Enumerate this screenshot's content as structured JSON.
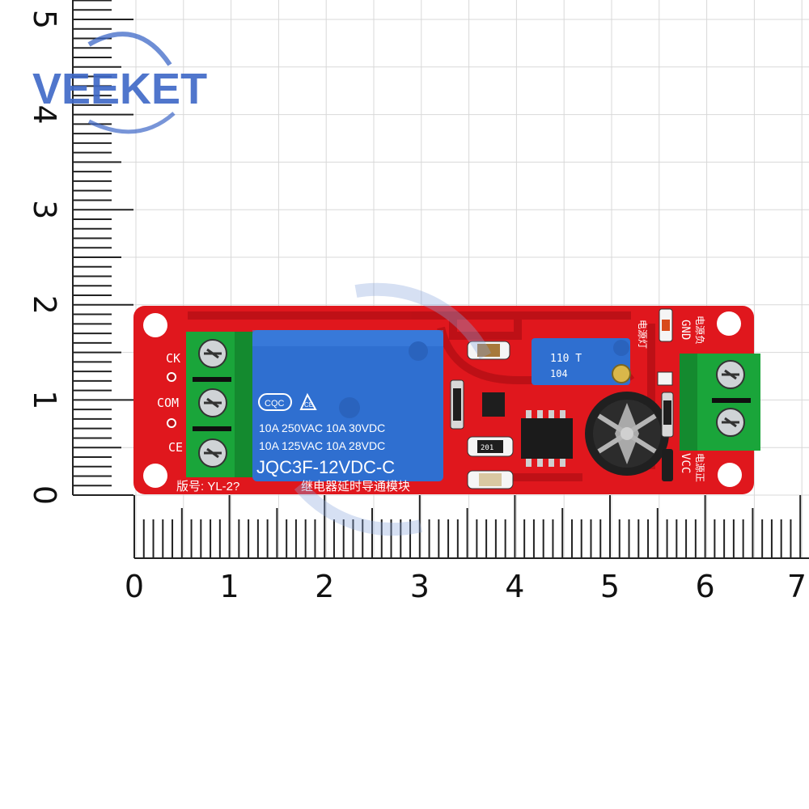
{
  "brand": {
    "logo_text": "VEEKET",
    "colors": {
      "logo_blue": "#3e68c7",
      "logo_light": "#d6dde8"
    }
  },
  "rulers": {
    "vertical_labels": [
      "0",
      "1",
      "2",
      "3",
      "4",
      "5"
    ],
    "horizontal_labels": [
      "0",
      "1",
      "2",
      "3",
      "4",
      "5",
      "6",
      "7"
    ],
    "unit": "cm"
  },
  "board": {
    "colors": {
      "pcb": "#e0171d",
      "trace": "#b80f15",
      "terminal": "#1aa53a",
      "relay": "#2f6fd0"
    },
    "left_pins": [
      "CK",
      "COM",
      "CE"
    ],
    "relay": {
      "rating_line1": "10A 250VAC  10A  30VDC",
      "rating_line2": "10A 125VAC  10A  28VDC",
      "model": "JQC3F-12VDC-C",
      "cert_marks": [
        "CQC",
        "CE"
      ]
    },
    "trimmer": {
      "line1": "110 T",
      "line2": "104"
    },
    "smd_markings": {
      "r1": "201"
    },
    "right_labels": {
      "gnd": "GND",
      "vcc": "VCC",
      "power_led": "电源灯",
      "neg": "电源负",
      "pos": "电源正"
    },
    "bottom_silkscreen": {
      "version": "版号: YL-2?",
      "name": "继电器延时导通模块"
    }
  }
}
